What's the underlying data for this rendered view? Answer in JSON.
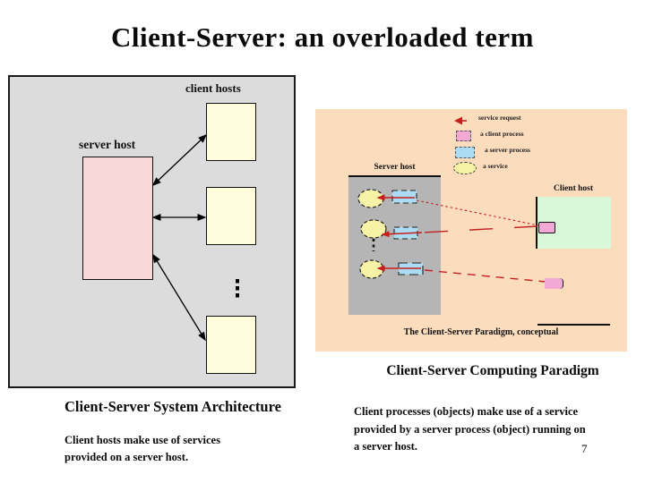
{
  "slide": {
    "title": "Client-Server: an overloaded term",
    "page_number": "7",
    "background_color": "#ffffff"
  },
  "left_diagram": {
    "client_hosts_label": "client hosts",
    "server_host_label": "server host",
    "heading": "Client-Server System Architecture",
    "body_lines": {
      "0": "Client hosts make use of services",
      "1": "provided on a server host."
    },
    "colors": {
      "panel": "#dcdcdc",
      "server_host_fill": "#f9d8da",
      "client_host_fill": "#fefcdb",
      "arrow": "#000000"
    }
  },
  "right_diagram": {
    "legend": {
      "0": {
        "icon": "service-request-arrow-icon",
        "label": "service request",
        "color": "#c41f1f"
      },
      "1": {
        "icon": "client-process-swatch-icon",
        "label": "a client process",
        "color": "#f2a9d6"
      },
      "2": {
        "icon": "server-process-swatch-icon",
        "label": "a server process",
        "color": "#abdcf4"
      },
      "3": {
        "icon": "service-ellipse-icon",
        "label": "a service",
        "color": "#f7f3a6"
      }
    },
    "server_host_label": "Server host",
    "client_host_label": "Client host",
    "caption": "The Client-Server Paradigm, conceptual",
    "heading": "Client-Server Computing Paradigm",
    "body_lines": {
      "0": "Client processes (objects) make use of a service",
      "1": "provided by a server process (object) running on",
      "2": "a server host."
    },
    "colors": {
      "panel": "#fbdcbd",
      "server_host_fill": "#b5b5b5",
      "client_host_fill": "#d9f7d9",
      "service_fill": "#f7f3a6",
      "server_process_fill": "#abdcf4",
      "client_process_fill": "#f2a9d6",
      "request_red": "#c41f1f"
    }
  }
}
